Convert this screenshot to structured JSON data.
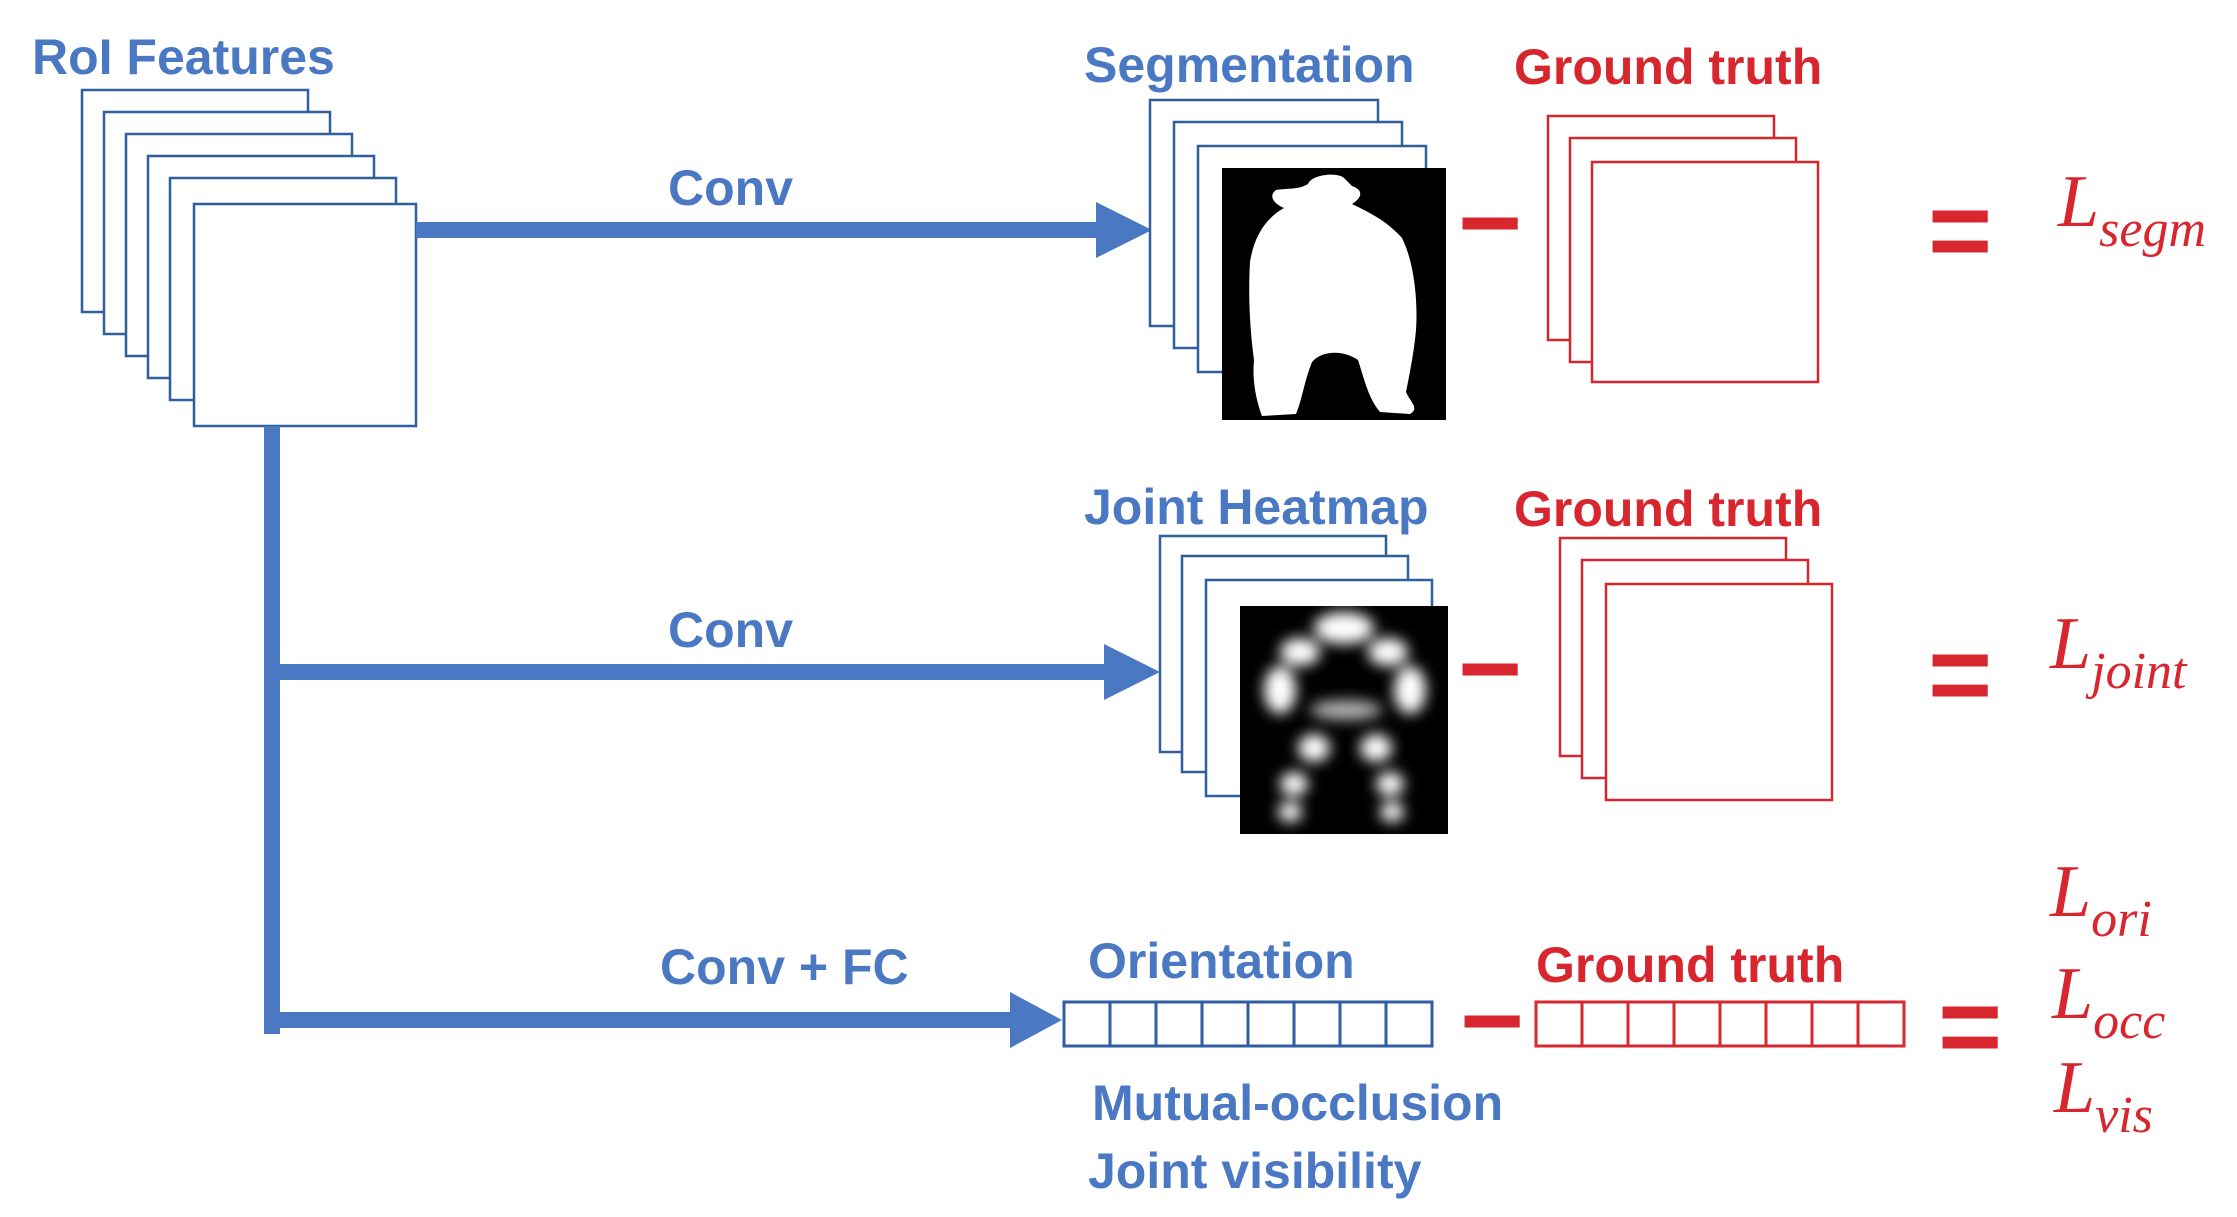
{
  "colors": {
    "blue": "#4a78c2",
    "red": "#d7262e",
    "dark_blue": "#2f5f9e"
  },
  "labels": {
    "roi_features": "RoI Features",
    "conv_top": "Conv",
    "conv_mid": "Conv",
    "conv_fc": "Conv + FC",
    "segmentation": "Segmentation",
    "joint_heatmap": "Joint Heatmap",
    "orientation": "Orientation",
    "mutual_occlusion": "Mutual-occlusion",
    "joint_visibility": "Joint visibility",
    "ground_truth_1": "Ground truth",
    "ground_truth_2": "Ground truth",
    "ground_truth_3": "Ground truth",
    "minus": "−",
    "equals": "="
  },
  "losses": {
    "segm": {
      "L": "L",
      "sub": "segm"
    },
    "joint": {
      "L": "L",
      "sub": "joint"
    },
    "ori": {
      "L": "L",
      "sub": "ori"
    },
    "occ": {
      "L": "L",
      "sub": "occ"
    },
    "vis": {
      "L": "L",
      "sub": "vis"
    }
  },
  "vector_cells": 8
}
